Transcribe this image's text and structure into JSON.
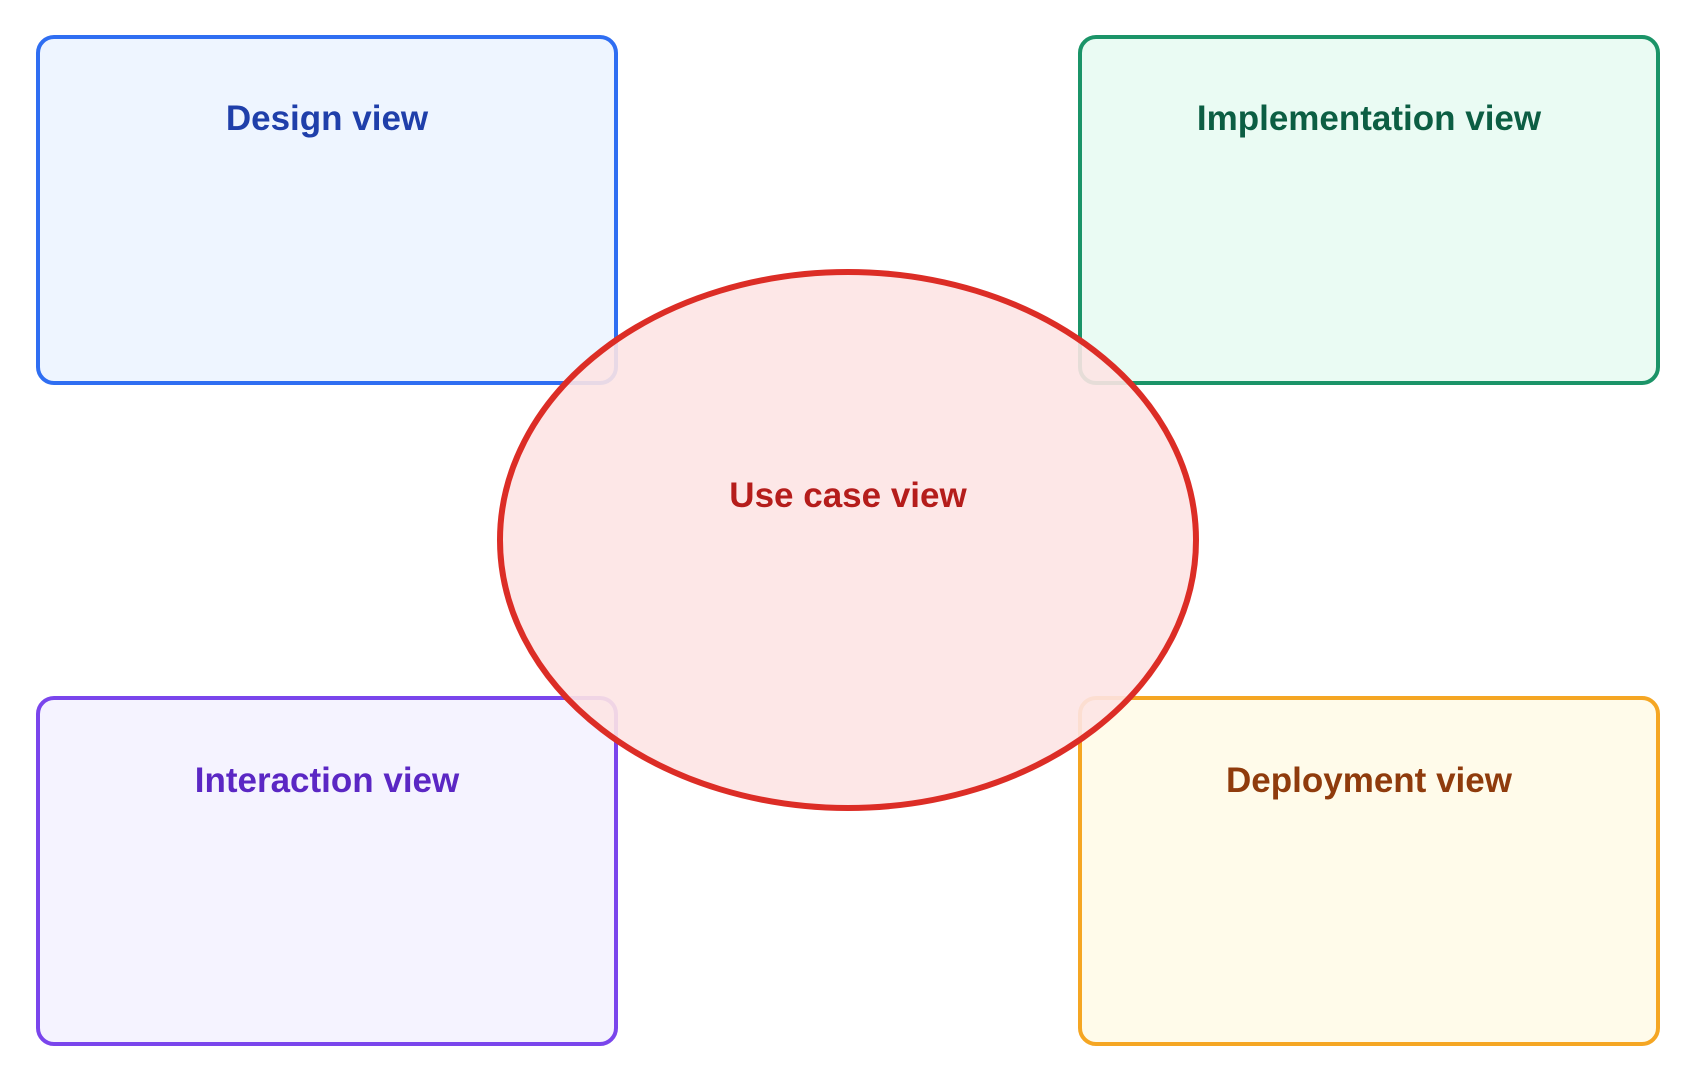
{
  "views": {
    "design": {
      "label": "Design view",
      "border_color": "#2f6ef2",
      "fill_color": "#eef5ff",
      "text_color": "#1f3faa"
    },
    "implementation": {
      "label": "Implementation view",
      "border_color": "#1b9468",
      "fill_color": "#eafbf3",
      "text_color": "#0c5e43"
    },
    "interaction": {
      "label": "Interaction view",
      "border_color": "#7a45ec",
      "fill_color": "#f5f3ff",
      "text_color": "#5b27c4"
    },
    "deployment": {
      "label": "Deployment view",
      "border_color": "#f5a623",
      "fill_color": "#fffbea",
      "text_color": "#8f3b0c"
    },
    "use_case": {
      "label": "Use case view",
      "border_color": "#dc2d26",
      "fill_color": "#fde4e4",
      "text_color": "#b51d1b"
    }
  }
}
